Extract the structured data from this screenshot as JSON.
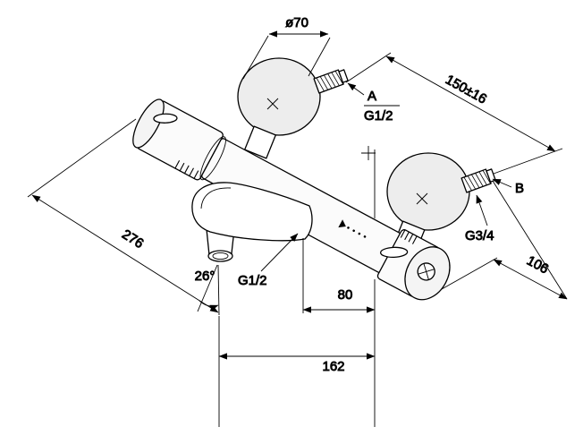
{
  "drawing": {
    "dimensions": {
      "flange_diameter": "ø70",
      "connection_spacing": "150±16",
      "port_a_label": "A",
      "port_a_thread": "G1/2",
      "port_b_label": "B",
      "port_b_thread": "G3/4",
      "depth": "106",
      "spout_to_handle": "80",
      "spout_reach": "162",
      "overall_length": "276",
      "spray_angle": "26°",
      "spout_thread": "G1/2"
    },
    "colors": {
      "line": "#000000",
      "background": "#ffffff",
      "metal_light": "#ededed"
    }
  }
}
